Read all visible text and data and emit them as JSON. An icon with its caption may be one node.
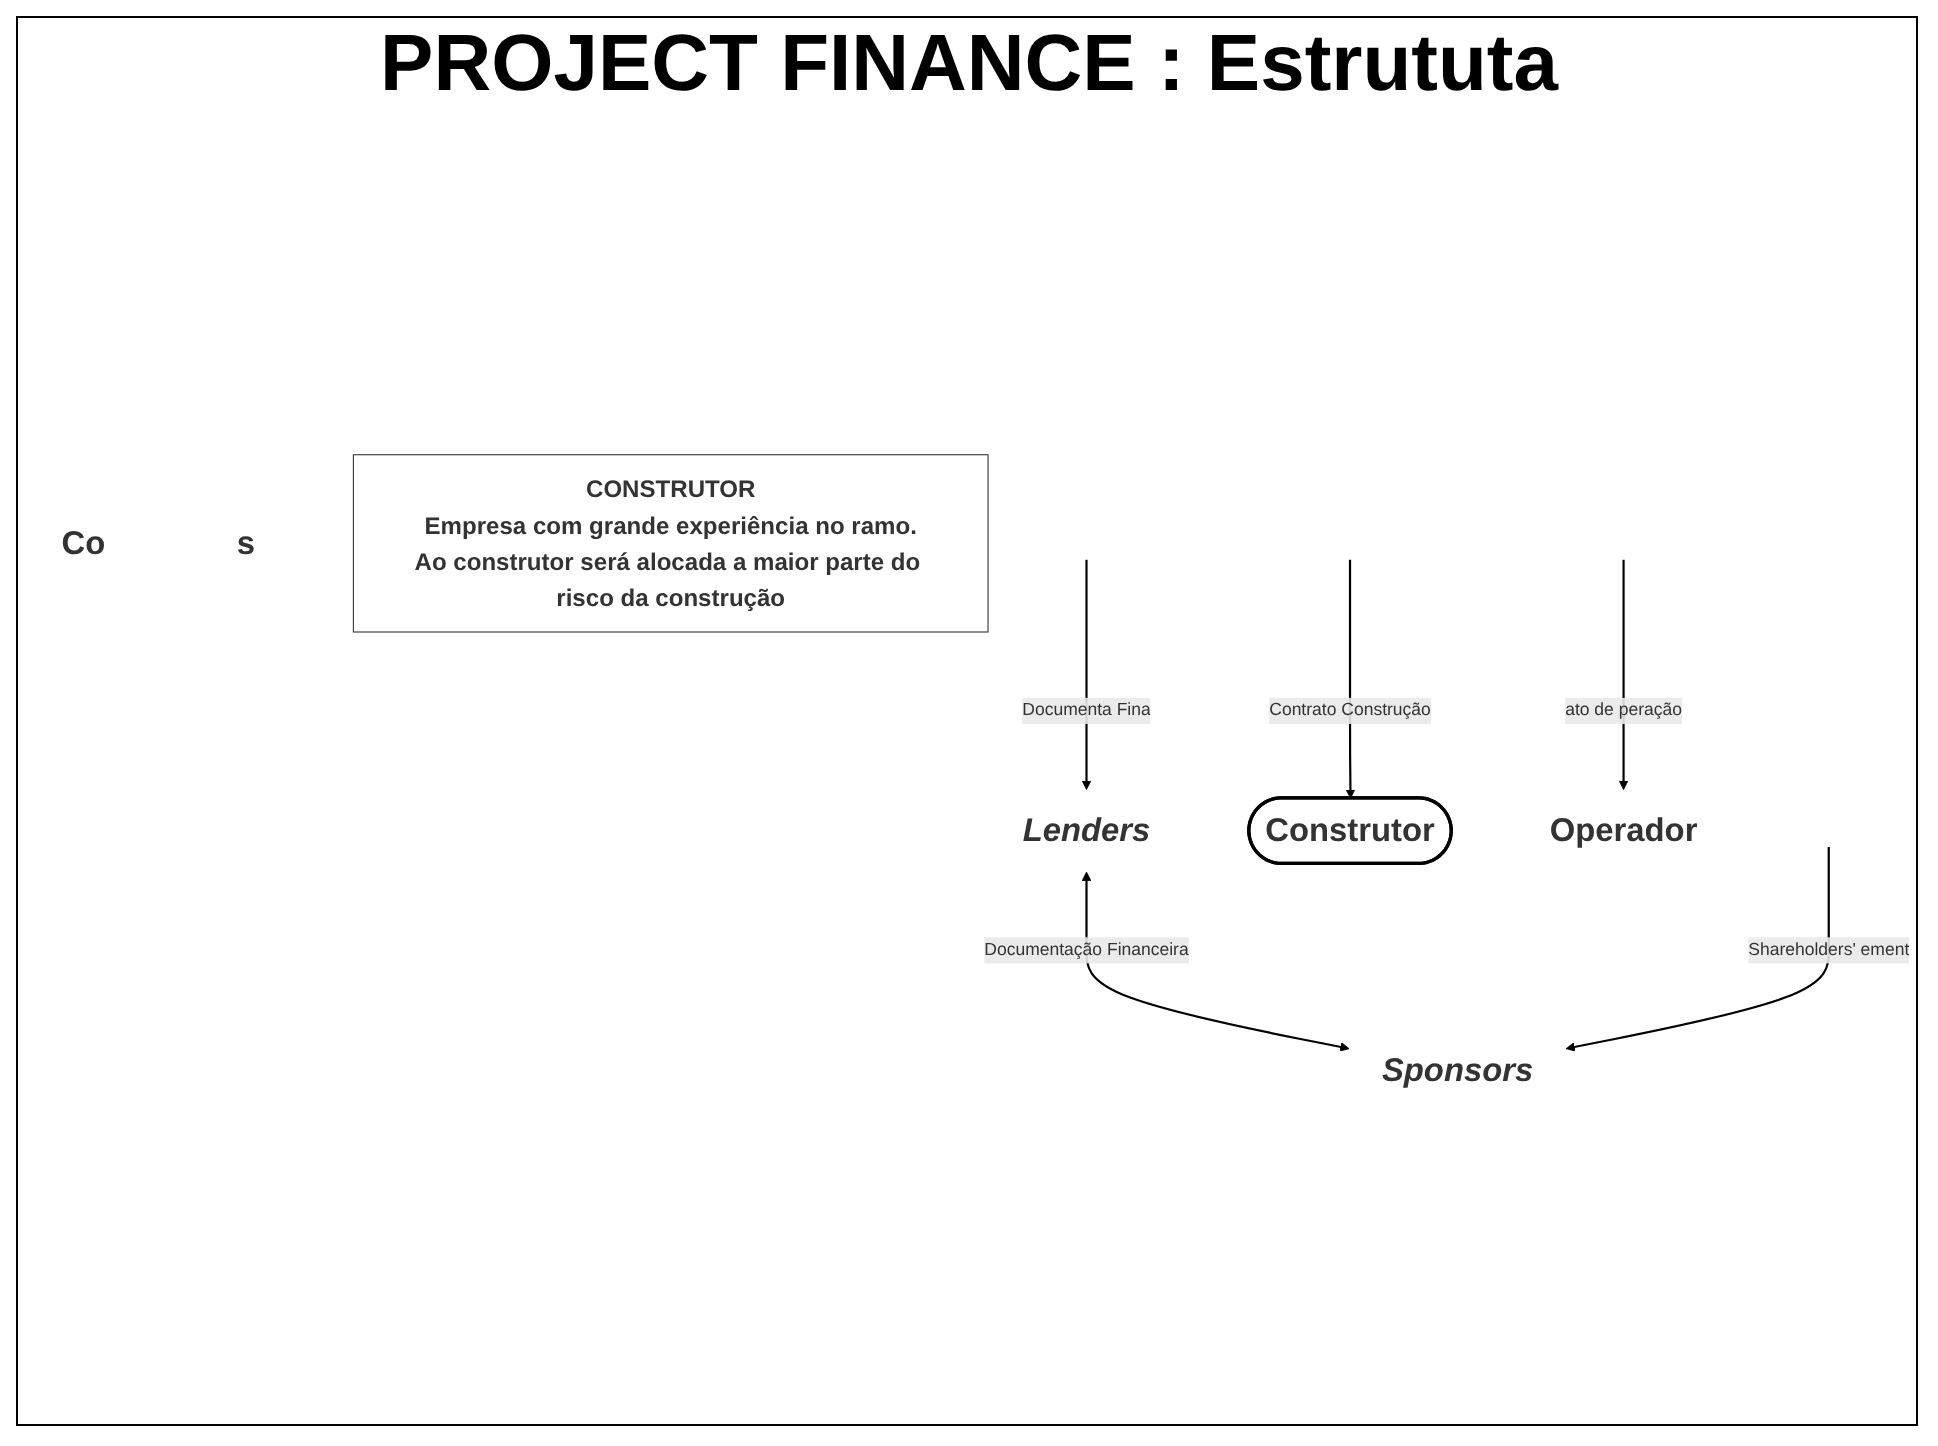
{
  "diagram": {
    "title": "PROJECT FINANCE : Estrututa",
    "nodes": [
      {
        "text": [
          "Lenders"
        ]
      },
      {
        "text": [
          "Sponsors"
        ]
      },
      {
        "text": [
          "Co"
        ]
      },
      {
        "text": [
          "s"
        ]
      },
      {
        "text": [
          "CONSTRUTOR",
          "Empresa com grande experiência no ramo.",
          "Ao construtor será alocada a maior parte do risco da construção"
        ]
      },
      {
        "text": [
          "Construtor"
        ]
      },
      {
        "text": [
          "Operador"
        ]
      }
    ],
    "edges": [
      {
        "from": 0,
        "to": 1,
        "arrow": "both",
        "label": "Documentação Financeira"
      },
      {
        "from": null,
        "to": 0,
        "arrow": "to",
        "label": "Documenta Fina"
      },
      {
        "from": null,
        "to": 1,
        "arrow": "to",
        "label": "Shareholders' ement"
      },
      {
        "from": null,
        "to": 5,
        "arrow": "to",
        "label": "Contrato Construção"
      },
      {
        "from": null,
        "to": 6,
        "arrow": "to",
        "label": "ato de peração"
      }
    ]
  }
}
